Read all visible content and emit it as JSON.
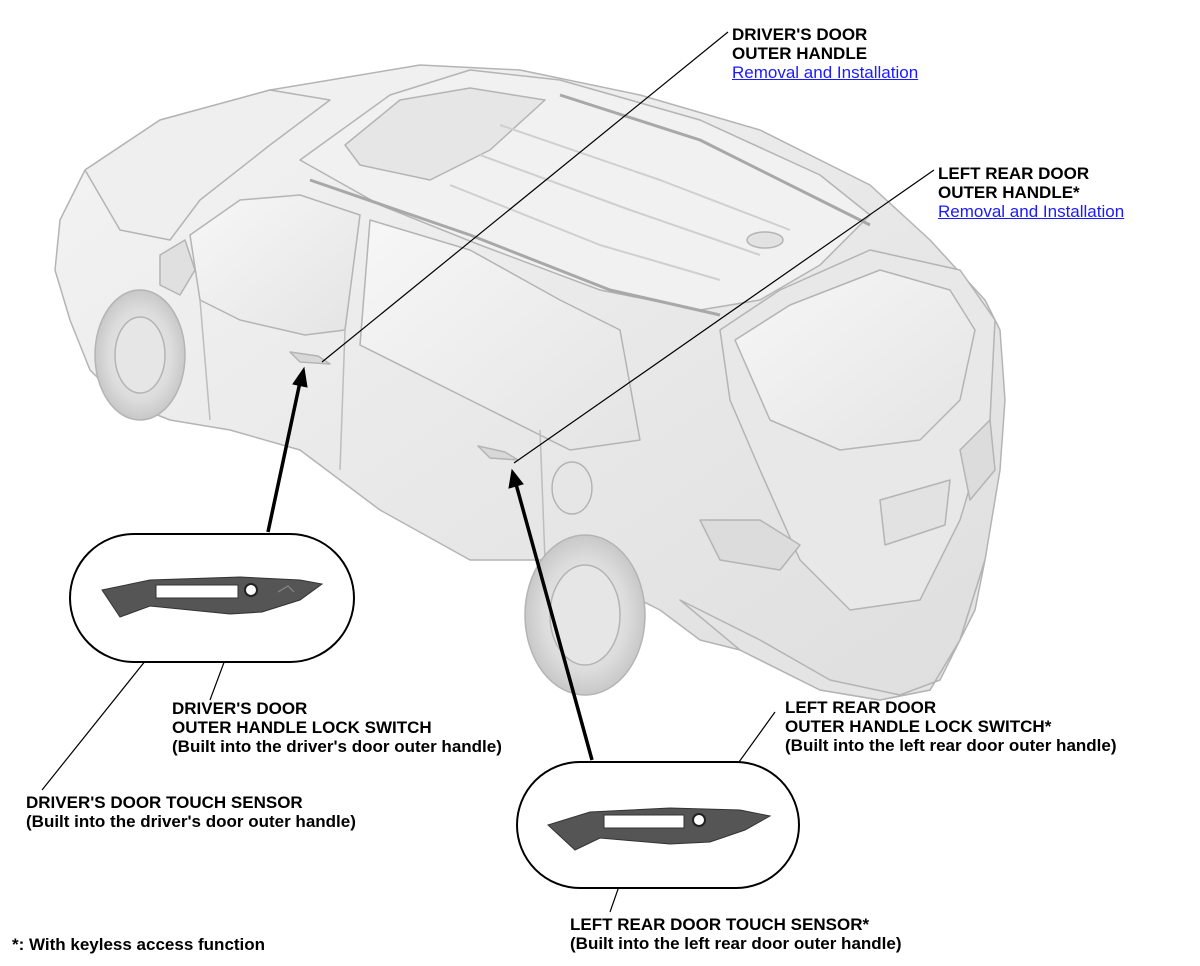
{
  "labels": {
    "driver_door_handle": {
      "line1": "DRIVER'S DOOR",
      "line2": "OUTER HANDLE",
      "link": "Removal and Installation"
    },
    "left_rear_door_handle": {
      "line1": "LEFT REAR DOOR",
      "line2": "OUTER HANDLE*",
      "link": "Removal and Installation"
    },
    "driver_lock_switch": {
      "line1": "DRIVER'S DOOR",
      "line2": "OUTER HANDLE LOCK SWITCH",
      "line3": "(Built into the driver's door outer handle)"
    },
    "driver_touch_sensor": {
      "line1": "DRIVER'S DOOR TOUCH SENSOR",
      "line2": "(Built into the driver's door outer handle)"
    },
    "left_rear_lock_switch": {
      "line1": "LEFT REAR DOOR",
      "line2": "OUTER HANDLE LOCK SWITCH*",
      "line3": "(Built into the left rear door outer handle)"
    },
    "left_rear_touch_sensor": {
      "line1": "LEFT REAR DOOR TOUCH SENSOR*",
      "line2": "(Built into the left rear door outer handle)"
    },
    "footnote": "*: With keyless access function"
  },
  "colors": {
    "link": "#1a1aff",
    "vehicle_fill": "#ececec",
    "vehicle_stroke": "#b4b4b4",
    "handle_fill": "#555555"
  }
}
